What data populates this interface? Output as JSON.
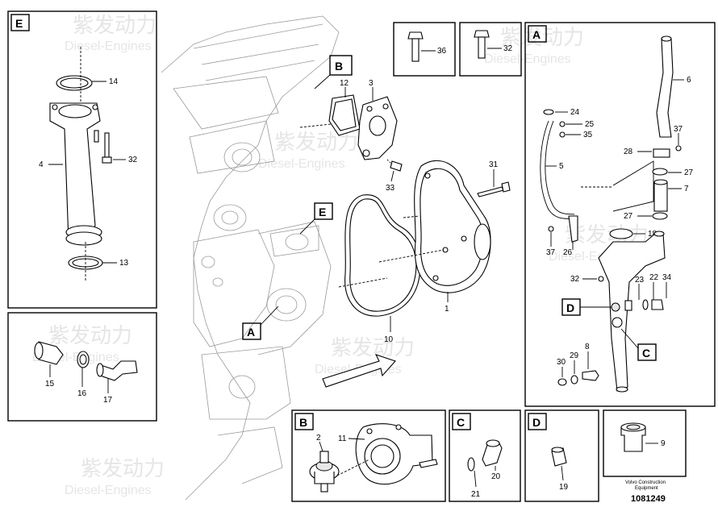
{
  "watermark": {
    "brand_cn": "紫发动力",
    "brand_en": "Diesel-Engines"
  },
  "footer": {
    "company_line1": "Volvo Construction",
    "company_line2": "Equipment",
    "drawing_number": "1081249"
  },
  "detail_labels": {
    "A": "A",
    "B": "B",
    "C": "C",
    "D": "D",
    "E": "E"
  },
  "callouts": {
    "p1": "1",
    "p2": "2",
    "p3": "3",
    "p5": "5",
    "p6": "6",
    "p7": "7",
    "p8": "8",
    "p9": "9",
    "p10": "10",
    "p11": "11",
    "p12": "12",
    "p13": "13",
    "p14": "14",
    "p15": "15",
    "p16": "16",
    "p17": "17",
    "p18": "18",
    "p19": "19",
    "p20": "20",
    "p21": "21",
    "p22": "22",
    "p23": "23",
    "p24": "24",
    "p25": "25",
    "p26": "26",
    "p27a": "27",
    "p27b": "27",
    "p28": "28",
    "p29": "29",
    "p30": "30",
    "p31": "31",
    "p32a": "32",
    "p32b": "32",
    "p32c": "32",
    "p33": "33",
    "p34": "34",
    "p35": "35",
    "p36": "36",
    "p37a": "37",
    "p37b": "37",
    "p4": "4"
  }
}
